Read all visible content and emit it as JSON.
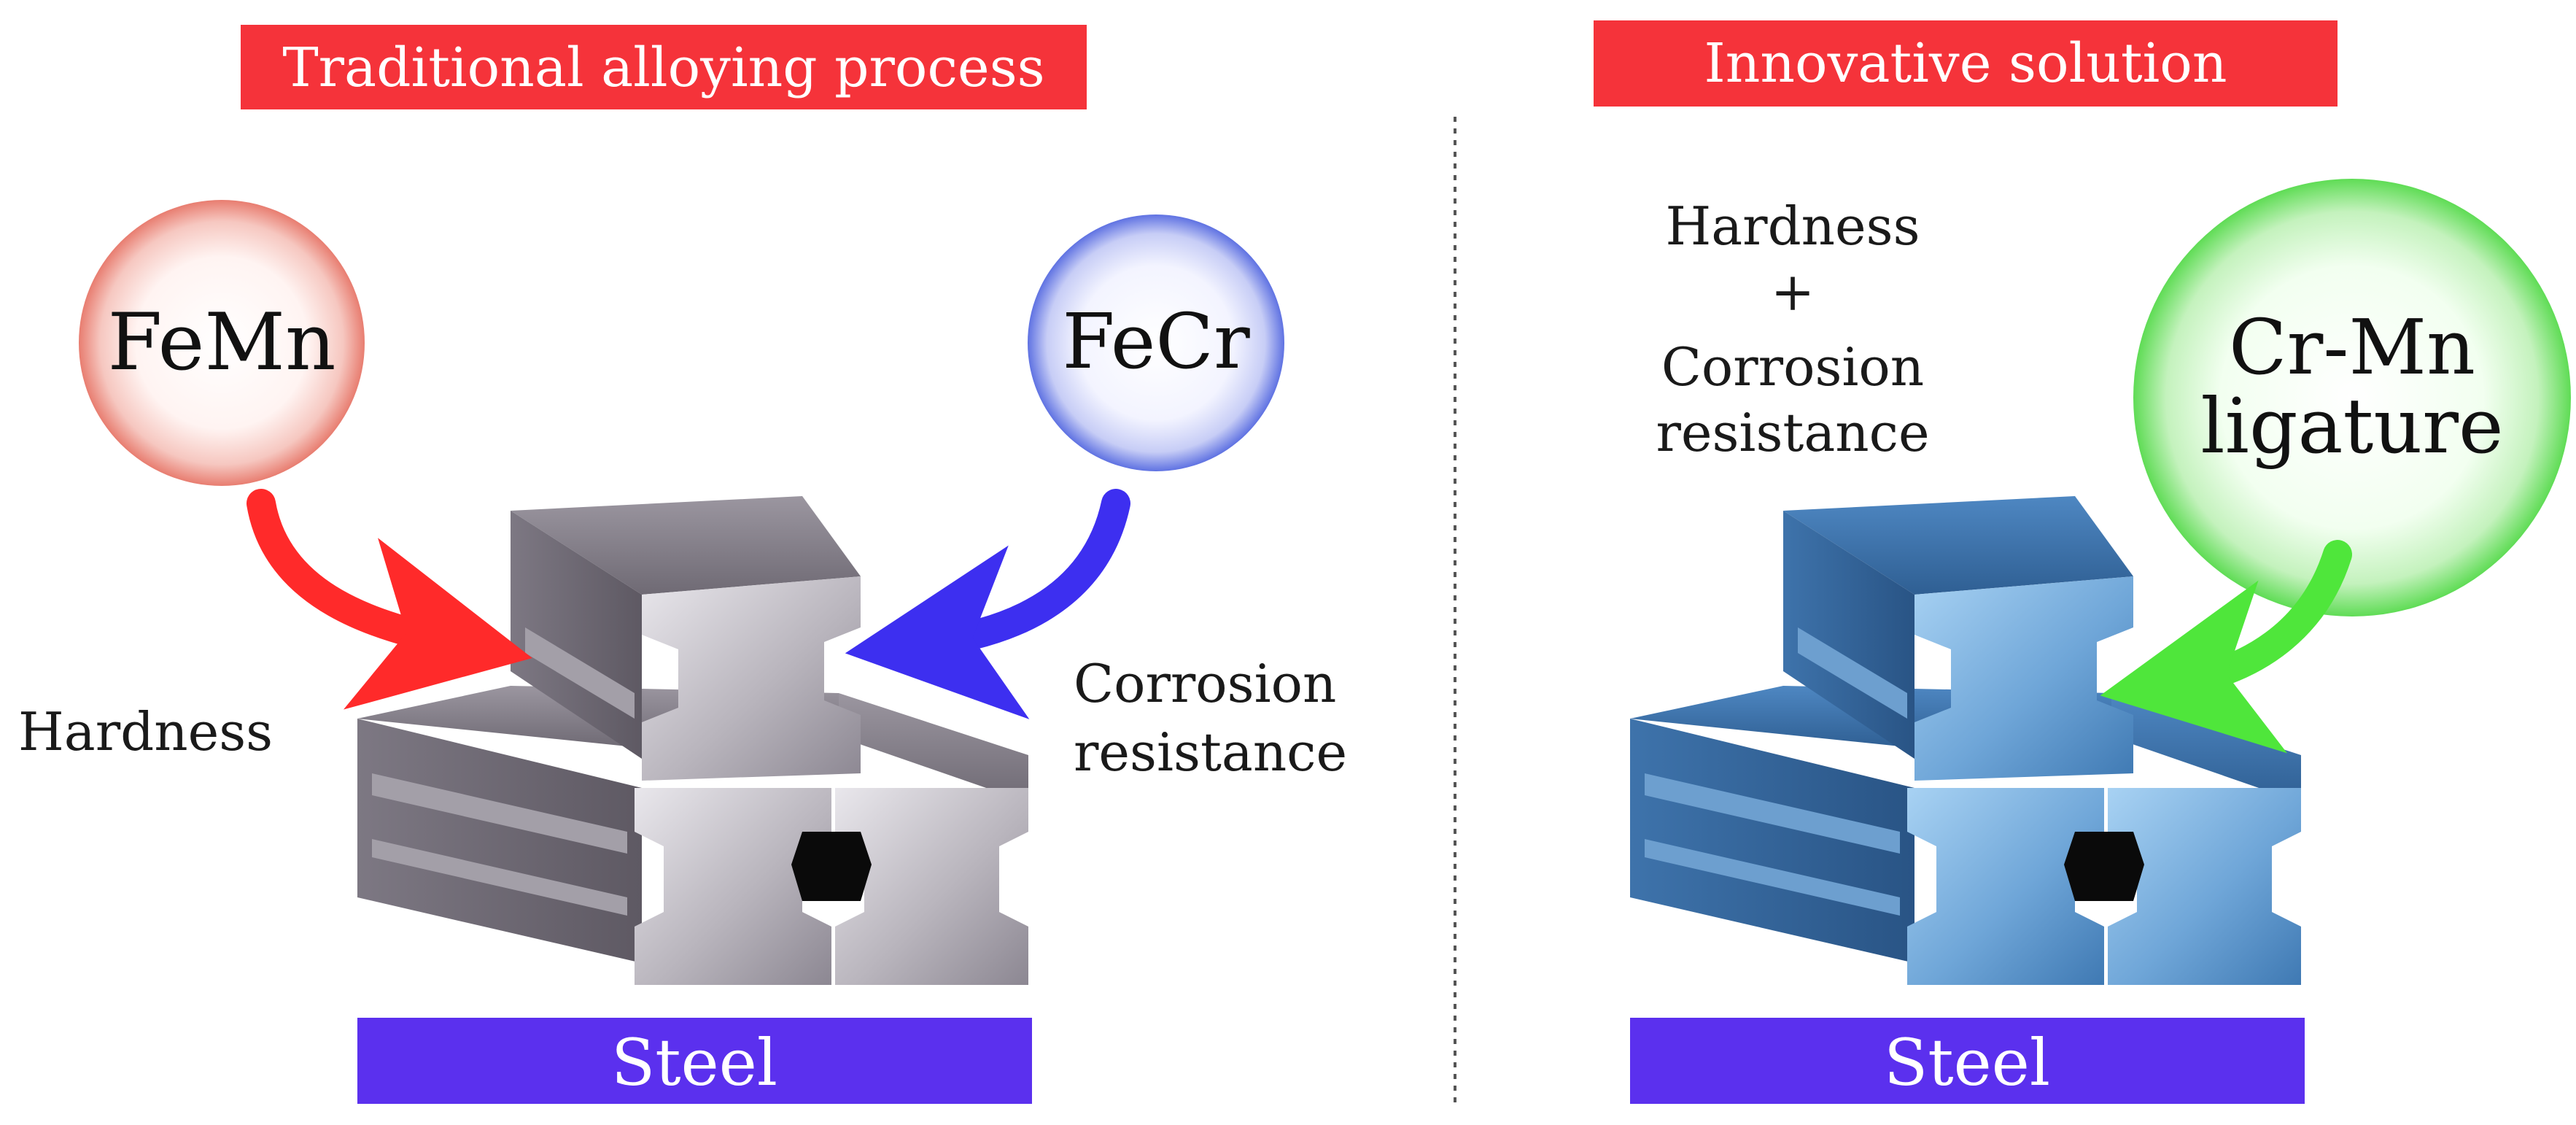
{
  "left": {
    "banner": "Traditional alloying process",
    "circle_a": "FeMn",
    "circle_b": "FeCr",
    "label_hardness": "Hardness",
    "label_corrosion_1": "Corrosion",
    "label_corrosion_2": "resistance",
    "base_label": "Steel"
  },
  "right": {
    "banner": "Innovative solution",
    "props_1": "Hardness",
    "props_2": "+",
    "props_3": "Corrosion",
    "props_4": "resistance",
    "circle_1": "Cr-Mn",
    "circle_2": "ligature",
    "base_label": "Steel"
  },
  "colors": {
    "banner_red": "#f5333a",
    "steel_bar": "#5b30ee",
    "femn": "#e87d70",
    "fecr": "#5f72e2",
    "ligature": "#5fdc55",
    "arrow_red": "#ff2a2a",
    "arrow_blue": "#3d2ff0",
    "arrow_green": "#4fe63b",
    "ingot_gray": "#8f8b93",
    "ingot_blue": "#4a87c4"
  }
}
